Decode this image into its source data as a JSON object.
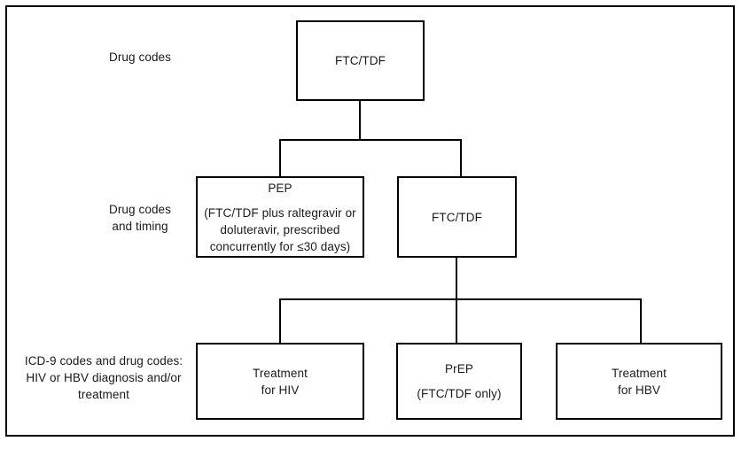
{
  "figure": {
    "type": "flowchart",
    "orientation": "top-down",
    "background_color": "#ffffff",
    "line_color": "#000000",
    "text_color": "#1a1a1a"
  },
  "row_labels": [
    {
      "id": "row-1",
      "text": "Drug codes"
    },
    {
      "id": "row-2",
      "text": "Drug codes\nand timing"
    },
    {
      "id": "row-3",
      "text": "ICD-9 codes and drug codes:\nHIV or HBV diagnosis and/or\ntreatment"
    }
  ],
  "row_labels_lines": {
    "row_1": "Drug codes",
    "row_2_line_1": "Drug codes",
    "row_2_line_2": "and timing",
    "row_3_line_1": "ICD-9 codes and drug codes:",
    "row_3_line_2": "HIV or HBV diagnosis and/or",
    "row_3_line_3": "treatment"
  },
  "nodes": {
    "ftc_top": {
      "title": "FTC/TDF",
      "subtitle": ""
    },
    "pep": {
      "title": "PEP",
      "sub_line_1": "(FTC/TDF plus raltegravir or",
      "sub_line_2": "doluteravir, prescribed",
      "sub_line_3": "concurrently for ≤30 days)"
    },
    "ftc_mid": {
      "title": "FTC/TDF",
      "subtitle": ""
    },
    "treatment_hiv": {
      "line_1": "Treatment",
      "line_2": "for HIV"
    },
    "prep": {
      "title": "PrEP",
      "subtitle": "(FTC/TDF only)"
    },
    "treatment_hbv": {
      "line_1": "Treatment",
      "line_2": "for HBV"
    }
  },
  "edges": [
    {
      "from": "ftc_top",
      "to": "pep"
    },
    {
      "from": "ftc_top",
      "to": "ftc_mid"
    },
    {
      "from": "ftc_mid",
      "to": "treatment_hiv"
    },
    {
      "from": "ftc_mid",
      "to": "prep"
    },
    {
      "from": "ftc_mid",
      "to": "treatment_hbv"
    }
  ]
}
